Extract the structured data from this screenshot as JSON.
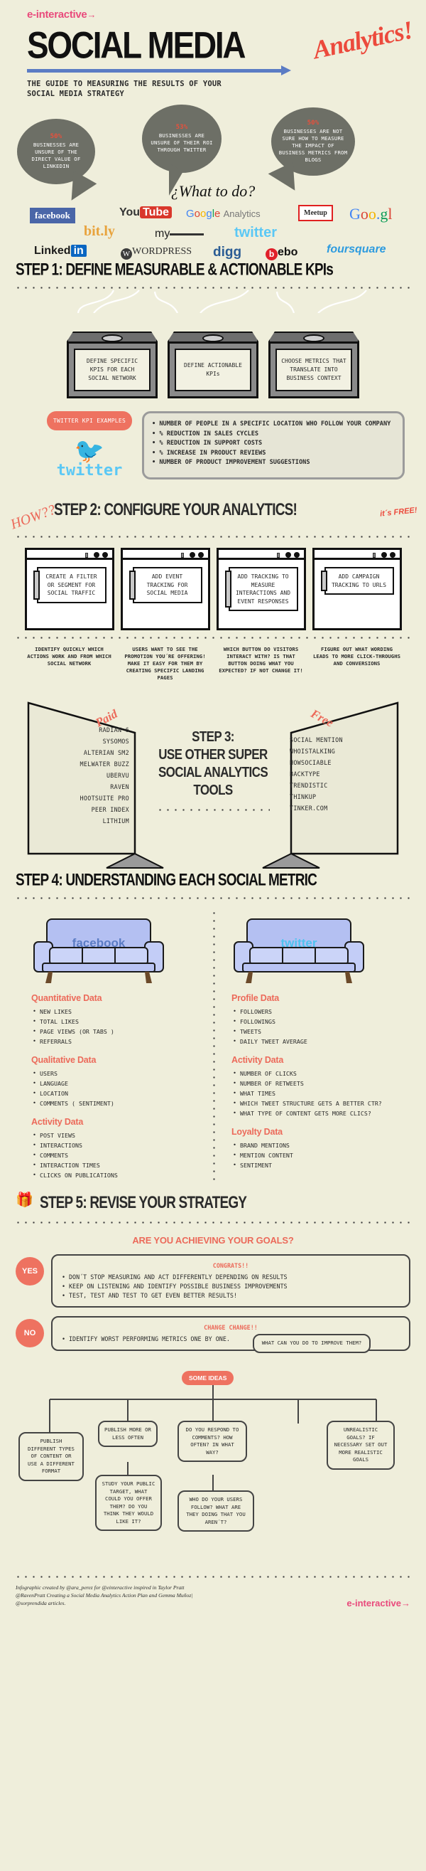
{
  "brand": {
    "name": "e-interactive",
    "dots": "→"
  },
  "header": {
    "title": "SOCIAL MEDIA",
    "accent": "Analytics!",
    "subtitle_line1": "THE GUIDE TO MEASURING THE RESULTS OF YOUR",
    "subtitle_line2": "SOCIAL MEDIA STRATEGY",
    "accent_color": "#ec4a3c",
    "brand_color": "#e94b7c"
  },
  "bubbles": [
    {
      "pct": "50%",
      "text": "BUSINESSES ARE UNSURE OF THE DIRECT VALUE OF LINKEDIN"
    },
    {
      "pct": "53%",
      "text": "BUSINESSES ARE UNSURE OF THEIR ROI THROUGH TWITTER"
    },
    {
      "pct": "50%",
      "text": "BUSINESSES ARE NOT SURE HOW TO MEASURE THE IMPACT OF BUSINESS METRICS FROM BLOGS"
    }
  ],
  "what_to_do": "¿What to do?",
  "logos": {
    "facebook": "facebook",
    "youtube_you": "You",
    "youtube_tube": "Tube",
    "google_analytics_word": "Google",
    "google_analytics_suffix": "Analytics",
    "meetup": "Meetup",
    "googl": "Goo.gl",
    "bitly": "bit.ly",
    "myspace": "my",
    "twitter": "twitter",
    "linkedin": "Linked",
    "linkedin_in": "in",
    "wordpress": "WORDPRESS",
    "digg": "digg",
    "bebo": "ebo",
    "foursquare": "foursquare"
  },
  "step1": {
    "heading": "STEP 1: DEFINE MEASURABLE & ACTIONABLE KPIs",
    "boxes": [
      "DEFINE SPECIFIC KPIS FOR EACH SOCIAL NETWORK",
      "DEFINE ACTIONABLE KPIs",
      "CHOOSE METRICS THAT TRANSLATE INTO BUSINESS CONTEXT"
    ],
    "kpi_badge": "TWITTER KPI EXAMPLES",
    "twitter_word": "twitter",
    "kpi_items": [
      "NUMBER OF PEOPLE IN A SPECIFIC LOCATION WHO FOLLOW YOUR COMPANY",
      "% REDUCTION IN SALES CYCLES",
      "% REDUCTION IN SUPPORT COSTS",
      "% INCREASE IN PRODUCT REVIEWS",
      "NUMBER OF PRODUCT IMPROVEMENT SUGGESTIONS"
    ]
  },
  "step2": {
    "how": "HOW??",
    "heading": "STEP 2: CONFIGURE YOUR ANALYTICS!",
    "free": "it´s FREE!",
    "monitors": [
      "CREATE A FILTER OR SEGMENT FOR SOCIAL TRAFFIC",
      "ADD EVENT TRACKING FOR SOCIAL MEDIA",
      "ADD TRACKING TO MEASURE INTERACTIONS AND EVENT RESPONSES",
      "ADD CAMPAIGN TRACKING TO URLS"
    ],
    "captions": [
      "IDENTIFY QUICKLY WHICH ACTIONS WORK AND FROM WHICH SOCIAL NETWORK",
      "USERS WANT TO SEE THE PROMOTION YOU´RE OFFERING! MAKE IT EASY FOR THEM BY CREATING SPECIFIC LANDING PAGES",
      "WHICH BUTTON DO VISITORS INTERACT WITH? IS THAT BUTTON DOING WHAT YOU EXPECTED? IF NOT CHANGE IT!",
      "FIGURE OUT WHAT WORDING LEADS TO MORE CLICK-THROUGHS AND CONVERSIONS"
    ]
  },
  "step3": {
    "title_line1": "STEP 3:",
    "title_line2": "USE OTHER SUPER",
    "title_line3": "SOCIAL ANALYTICS",
    "title_line4": "TOOLS",
    "paid_label": "Paid",
    "free_label": "Free",
    "paid_tools": [
      "RADIAN 6",
      "SYSOMOS",
      "ALTERIAN SM2",
      "MELWATER BUZZ",
      "UBERVU",
      "RAVEN",
      "HOOTSUITE PRO",
      "PEER INDEX",
      "LITHIUM"
    ],
    "free_tools": [
      "SOCIAL MENTION",
      "WHOISTALKING",
      "HOWSOCIABLE",
      "BACKTYPE",
      "TRENDISTIC",
      "THINKUP",
      "TINKER.COM"
    ]
  },
  "step4": {
    "heading": "STEP 4: UNDERSTANDING EACH SOCIAL METRIC",
    "left_sofa_label": "facebook",
    "right_sofa_label": "twitter",
    "left_groups": [
      {
        "title": "Quantitative Data",
        "items": [
          "NEW LIKES",
          "TOTAL LIKES",
          "PAGE VIEWS (OR TABS )",
          "REFERRALS"
        ]
      },
      {
        "title": "Qualitative Data",
        "items": [
          "USERS",
          "LANGUAGE",
          "LOCATION",
          "COMMENTS ( SENTIMENT)"
        ]
      },
      {
        "title": "Activity Data",
        "items": [
          "POST VIEWS",
          "INTERACTIONS",
          "COMMENTS",
          "INTERACTION TIMES",
          "CLICKS ON PUBLICATIONS"
        ]
      }
    ],
    "right_groups": [
      {
        "title": "Profile Data",
        "items": [
          "FOLLOWERS",
          "FOLLOWINGS",
          "TWEETS",
          "DAILY TWEET AVERAGE"
        ]
      },
      {
        "title": "Activity Data",
        "items": [
          "NUMBER OF CLICKS",
          "NUMBER OF RETWEETS",
          "WHAT TIMES",
          "WHICH TWEET STRUCTURE GETS A BETTER CTR?",
          "WHAT TYPE OF CONTENT GETS MORE CLICS?"
        ]
      },
      {
        "title": "Loyalty Data",
        "items": [
          "BRAND MENTIONS",
          "MENTION CONTENT",
          "SENTIMENT"
        ]
      }
    ]
  },
  "step5": {
    "heading": "STEP 5: REVISE YOUR STRATEGY",
    "goal_question": "ARE YOU ACHIEVING YOUR GOALS?",
    "yes_label": "YES",
    "no_label": "NO",
    "yes_title": "CONGRATS!!",
    "yes_items": [
      "DON´T STOP MEASURING AND ACT DIFFERENTLY DEPENDING ON RESULTS",
      "KEEP ON LISTENING AND IDENTIFY POSSIBLE BUSINESS IMPROVEMENTS",
      "TEST, TEST AND TEST TO GET EVEN BETTER RESULTS!"
    ],
    "no_title": "CHANGE CHANGE!!",
    "no_items": [
      "IDENTIFY WORST PERFORMING METRICS ONE BY ONE."
    ],
    "improve_box": "WHAT CAN YOU DO TO IMPROVE THEM?",
    "some_ideas": "SOME IDEAS",
    "ideas": [
      "PUBLISH DIFFERENT TYPES OF CONTENT OR USE A DIFFERENT FORMAT",
      "PUBLISH MORE OR LESS OFTEN",
      "STUDY YOUR PUBLIC TARGET, WHAT COULD YOU OFFER THEM? DO YOU THINK THEY WOULD LIKE IT?",
      "DO YOU RESPOND TO COMMENTS? HOW OFTEN? IN WHAT WAY?",
      "WHO DO YOUR USERS FOLLOW? WHAT ARE THEY DOING THAT YOU AREN´T?",
      "UNREALISTIC GOALS? IF NECESSARY SET OUT MORE REALISTIC GOALS"
    ]
  },
  "footer": {
    "line1": "Infographic created by @ara_perez for @einteractive inspired in Taylor Pratt",
    "line2": "@RavenPratt Creating a Social Media Analytics Action Plan and Gemma Muñoz|",
    "line3": "@sorprendida articles.",
    "brand": "e-interactive"
  }
}
